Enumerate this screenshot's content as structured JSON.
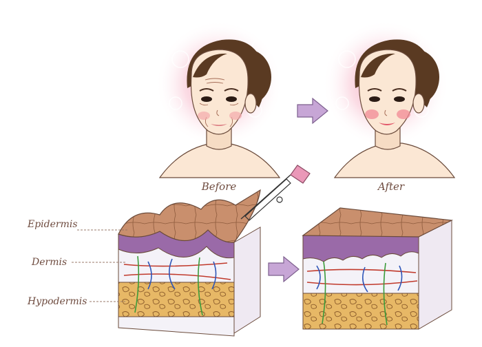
{
  "labels": {
    "before": "Before",
    "after": "After",
    "epidermis": "Epidermis",
    "dermis": "Dermis",
    "hypodermis": "Hypodermis"
  },
  "colors": {
    "arrow": "#c7a6d6",
    "arrow_stroke": "#7d5f8e",
    "skin_top": "#c98f6d",
    "epidermis_band": "#9a6aa8",
    "dermis": "#f4f2f8",
    "hypodermis": "#e7b866",
    "hair": "#5a3a22",
    "face": "#fbe7d4",
    "glow": "#f3a7bd",
    "vessel_red": "#c0392b",
    "vessel_blue": "#2f56b8",
    "vessel_green": "#3a9b3a"
  },
  "icons": [
    "right-arrow-icon",
    "microneedle-injector-icon"
  ]
}
